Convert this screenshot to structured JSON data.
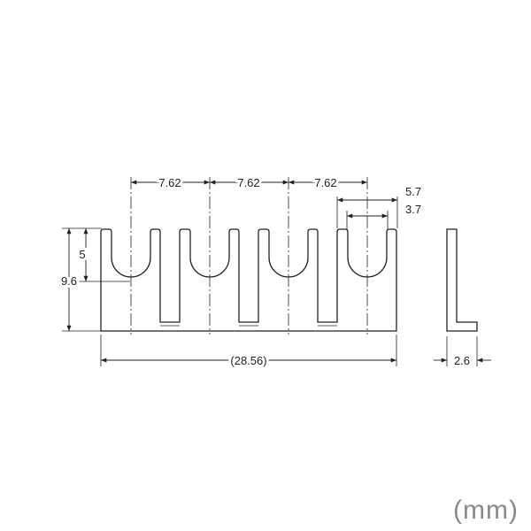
{
  "drawing": {
    "units": "(mm)",
    "dimensions": {
      "pitch_1": "7.62",
      "pitch_2": "7.62",
      "pitch_3": "7.62",
      "slot_outer_width": "5.7",
      "slot_inner_width": "3.7",
      "slot_depth": "5",
      "part_height": "9.6",
      "overall_length": "(28.56)",
      "thickness": "2.6"
    }
  }
}
